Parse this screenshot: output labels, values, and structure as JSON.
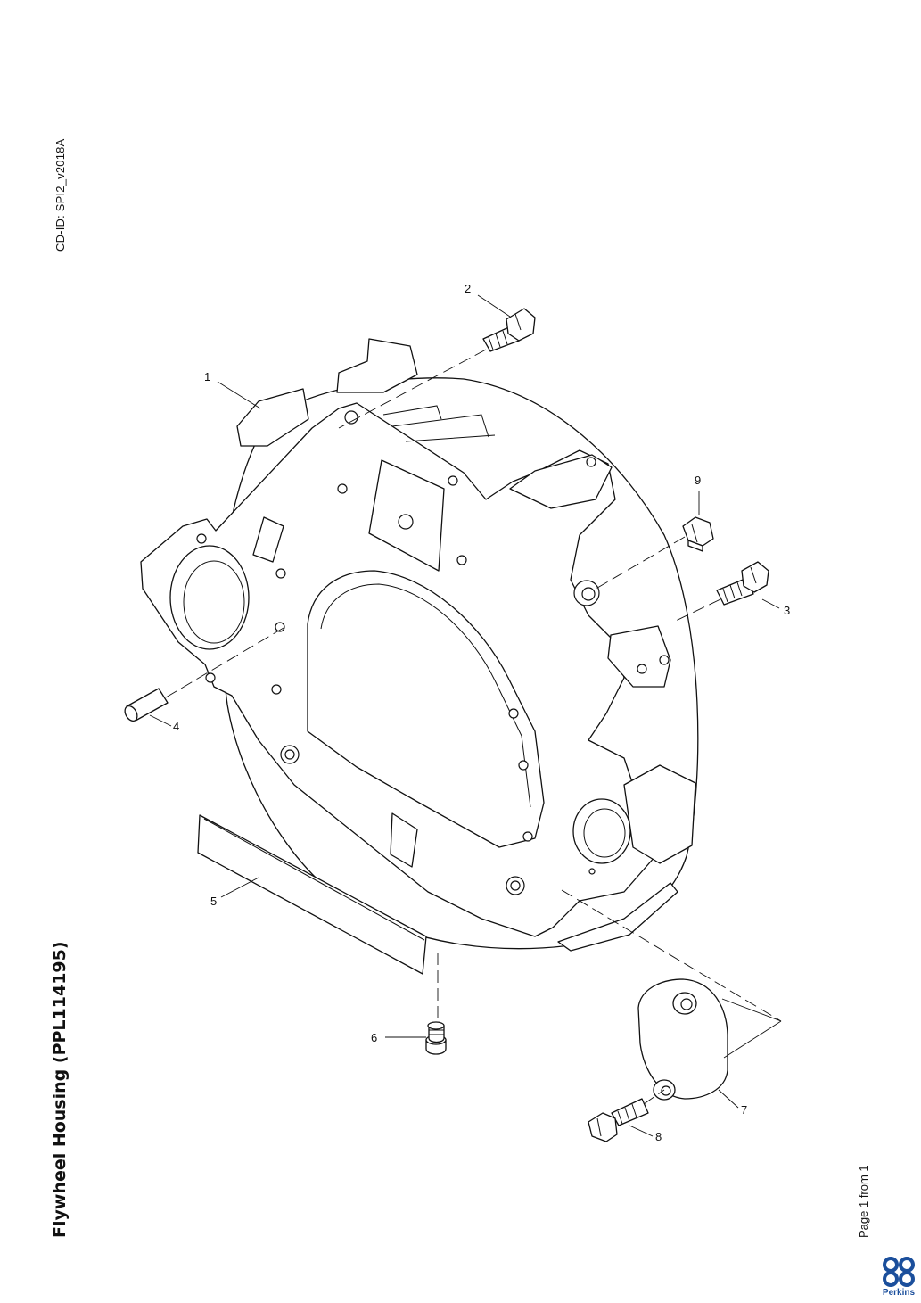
{
  "header": {
    "cd_id": "CD-ID: SPI2_v2018A"
  },
  "document": {
    "title": "Flywheel Housing (PPL114195)",
    "page_info": "Page 1 from 1"
  },
  "diagram": {
    "callouts": [
      {
        "num": "1"
      },
      {
        "num": "2"
      },
      {
        "num": "3"
      },
      {
        "num": "4"
      },
      {
        "num": "5"
      },
      {
        "num": "6"
      },
      {
        "num": "7"
      },
      {
        "num": "8"
      },
      {
        "num": "9"
      }
    ]
  },
  "brand": {
    "logo_text": "Perkins",
    "logo_color": "#1b4f9c"
  }
}
